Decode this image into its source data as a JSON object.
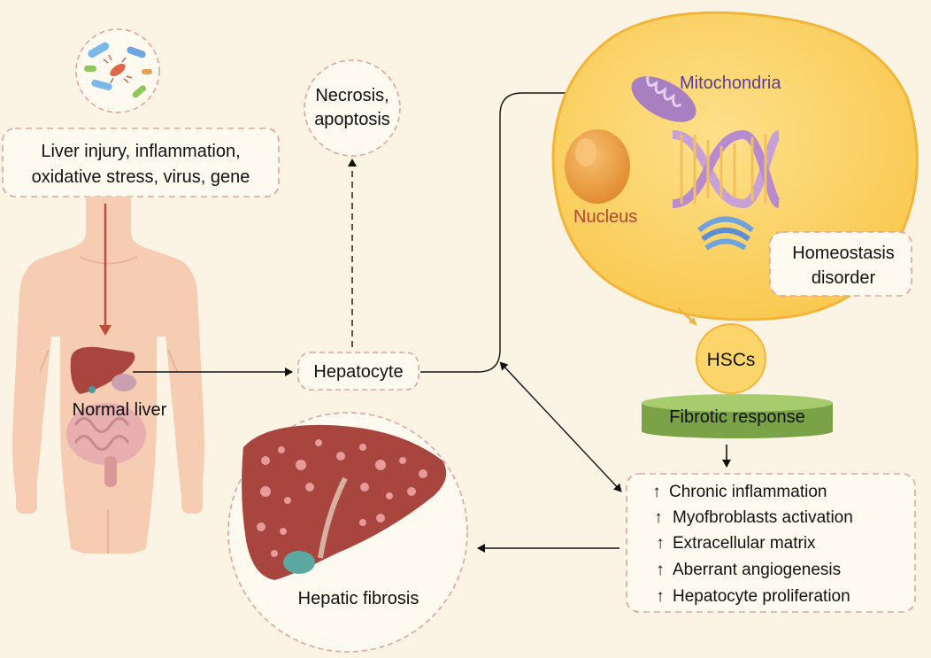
{
  "colors": {
    "background": "#fbf4e4",
    "dashed_border": "#e2a3a0",
    "body_skin": "#f6cdb3",
    "liver": "#a8453f",
    "arrow": "#111111",
    "arrow_red": "#c04a3c",
    "cell": "#fbd46a",
    "cell_border": "#f2b53a",
    "nucleus": "#f0a040",
    "mitochondria": "#a87fc0",
    "dna": "#c7a0d8",
    "er": "#6fa3e0",
    "hsc": "#fbd46a",
    "platform": "#8fb85a",
    "mito_label": "#5a3d99",
    "nucleus_label": "#b0452e"
  },
  "labels": {
    "injury_line1": "Liver injury, inflammation,",
    "injury_line2": "oxidative stress, virus, gene",
    "necrosis_line1": "Necrosis,",
    "necrosis_line2": "apoptosis",
    "normal_liver": "Normal liver",
    "hepatocyte": "Hepatocyte",
    "mitochondria": "Mitochondria",
    "nucleus": "Nucleus",
    "homeostasis_line1": "Homeostasis",
    "homeostasis_line2": "disorder",
    "hscs": "HSCs",
    "fibrotic_response": "Fibrotic response",
    "hepatic_fibrosis": "Hepatic fibrosis"
  },
  "outcomes": [
    "Chronic inflammation",
    "Myofbroblasts activation",
    "Extracellular matrix",
    "Aberrant angiogenesis",
    "Hepatocyte proliferation"
  ],
  "up_arrow": "↑",
  "icons": [
    "microbes-icon",
    "human-body-icon",
    "liver-icon",
    "fibrotic-liver-icon",
    "cell-icon",
    "mitochondria-icon",
    "dna-icon",
    "endoplasmic-reticulum-icon"
  ]
}
